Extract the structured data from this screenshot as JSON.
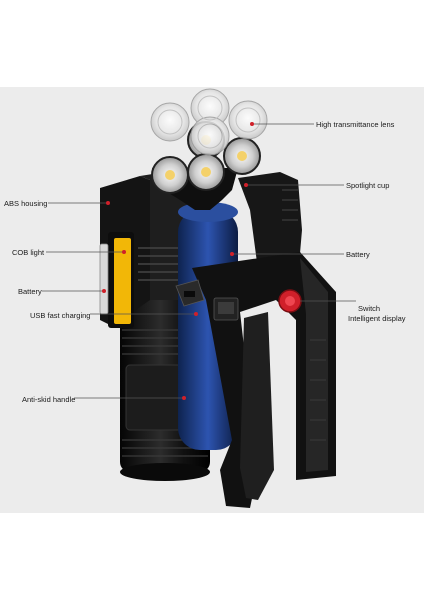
{
  "labels": {
    "high_transmittance_lens": "High transmittance lens",
    "spotlight_cup": "Spotlight cup",
    "abs_housing": "ABS housing",
    "cob_light": "COB light",
    "battery_right": "Battery",
    "battery_left": "Battery",
    "switch": "Switch",
    "intelligent_display": "Intelligent display",
    "usb_fast_charging": "USB fast charging",
    "anti_skid_handle": "Anti-skid handle"
  },
  "colors": {
    "background": "#ececec",
    "housing": "#151515",
    "battery": "#1f3f8f",
    "cob_panel": "#f2b707",
    "switch_button": "#d0202a",
    "leader_dot": "#d0202a"
  }
}
